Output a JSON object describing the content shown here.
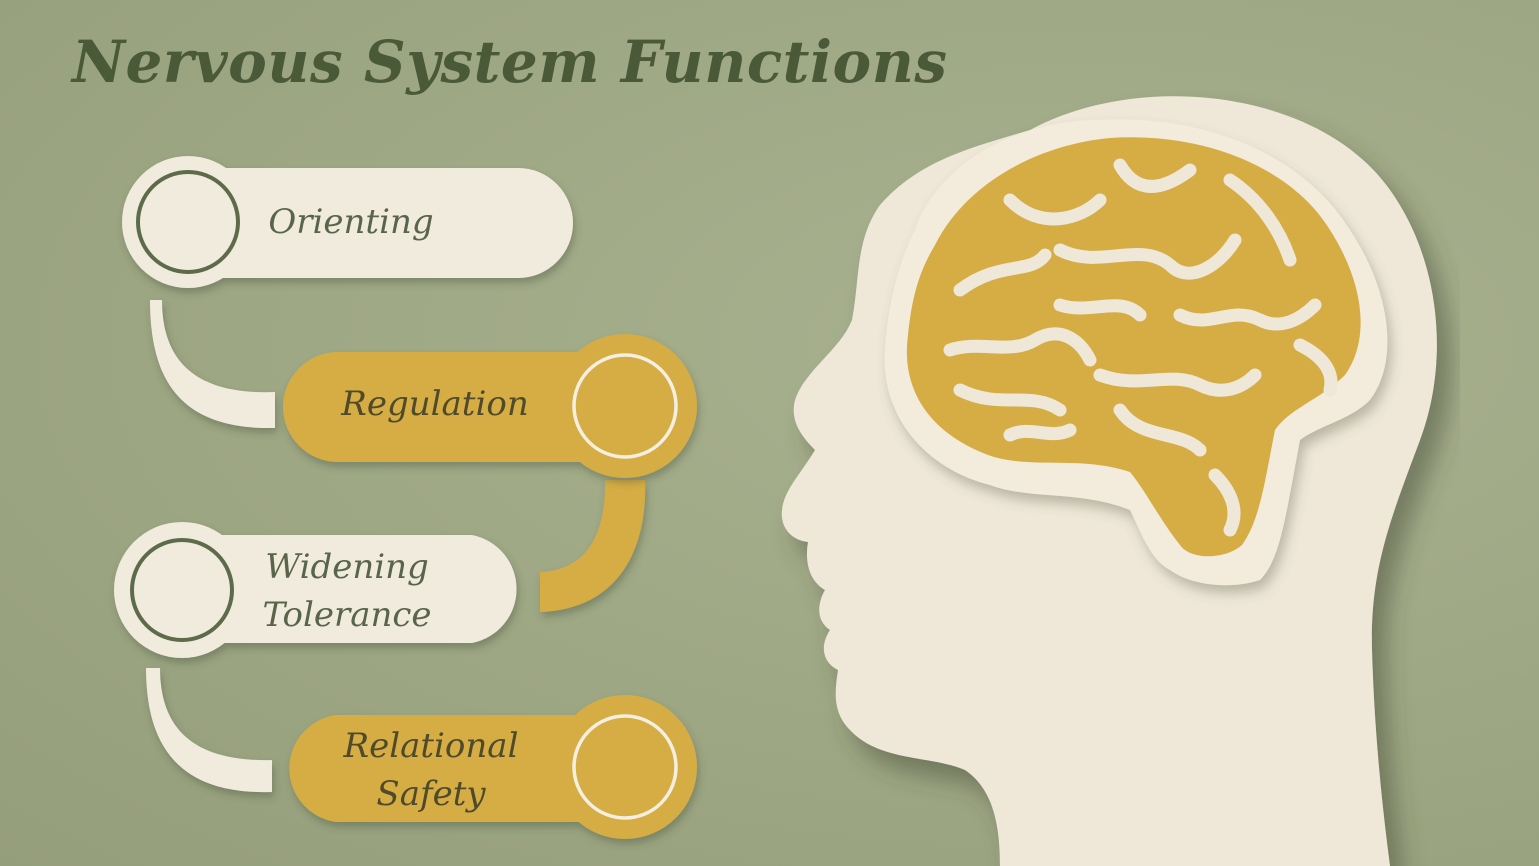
{
  "title": "Nervous System Functions",
  "steps": [
    {
      "line1": "Orienting",
      "line2": ""
    },
    {
      "line1": "Regulation",
      "line2": ""
    },
    {
      "line1": "Widening",
      "line2": "Tolerance"
    },
    {
      "line1": "Relational",
      "line2": "Safety"
    }
  ],
  "colors": {
    "background": "#a2ab88",
    "cream": "#f1ebde",
    "gold": "#d6ad45",
    "title": "#4a5a38",
    "ring_olive": "#5e6b4a"
  },
  "icons": [
    "head-silhouette-icon",
    "brain-icon"
  ]
}
